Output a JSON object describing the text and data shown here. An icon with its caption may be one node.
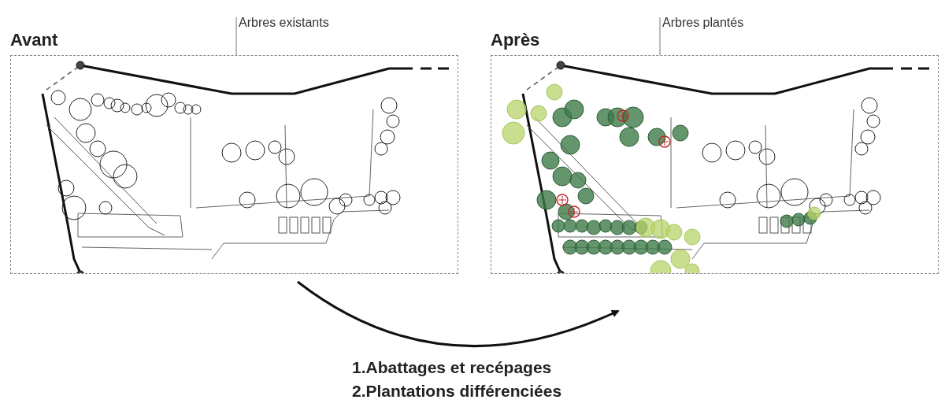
{
  "diagram": {
    "nodes": [
      {
        "text": [
          "Avant"
        ]
      },
      {
        "text": [
          "Après"
        ]
      },
      {
        "text": [
          "Arbres existants"
        ]
      },
      {
        "text": [
          "Arbres plantés"
        ]
      }
    ],
    "edges": [
      {
        "from": 0,
        "to": 1,
        "arrow": "to",
        "style": "thick",
        "color": "#111111"
      },
      {
        "from": 2,
        "to": 0,
        "arrow": "none"
      },
      {
        "from": 3,
        "to": 1,
        "arrow": "none"
      }
    ],
    "labels": [
      "1.Abattages et recépages",
      "2.Plantations différenciées"
    ]
  }
}
